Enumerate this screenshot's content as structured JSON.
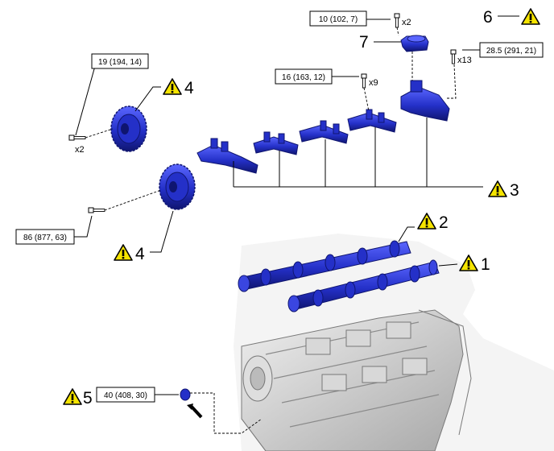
{
  "torque_labels": {
    "t_10": "10 (102, 7)",
    "t_28": "28.5 (291, 21)",
    "t_16": "16 (163, 12)",
    "t_19": "19 (194, 14)",
    "t_86": "86 (877, 63)",
    "t_40": "40 (408, 30)"
  },
  "quantities": {
    "q_x2_top": "x2",
    "q_x13": "x13",
    "q_x9": "x9",
    "q_x2_left": "x2"
  },
  "callouts": {
    "c6": "6",
    "c7": "7",
    "c4_top": "4",
    "c3": "3",
    "c2": "2",
    "c1": "1",
    "c4_bottom": "4",
    "c5": "5"
  },
  "icons": {
    "warning": "warning-triangle-icon",
    "arrow": "black-arrow-icon",
    "bolt": "bolt-icon"
  },
  "colors": {
    "part_blue": "#2430c8",
    "part_blue_dark": "#0f1570",
    "part_blue_light": "#5a66ff",
    "warning_yellow": "#f5e400",
    "engine_gray": "#c9c9c9"
  }
}
